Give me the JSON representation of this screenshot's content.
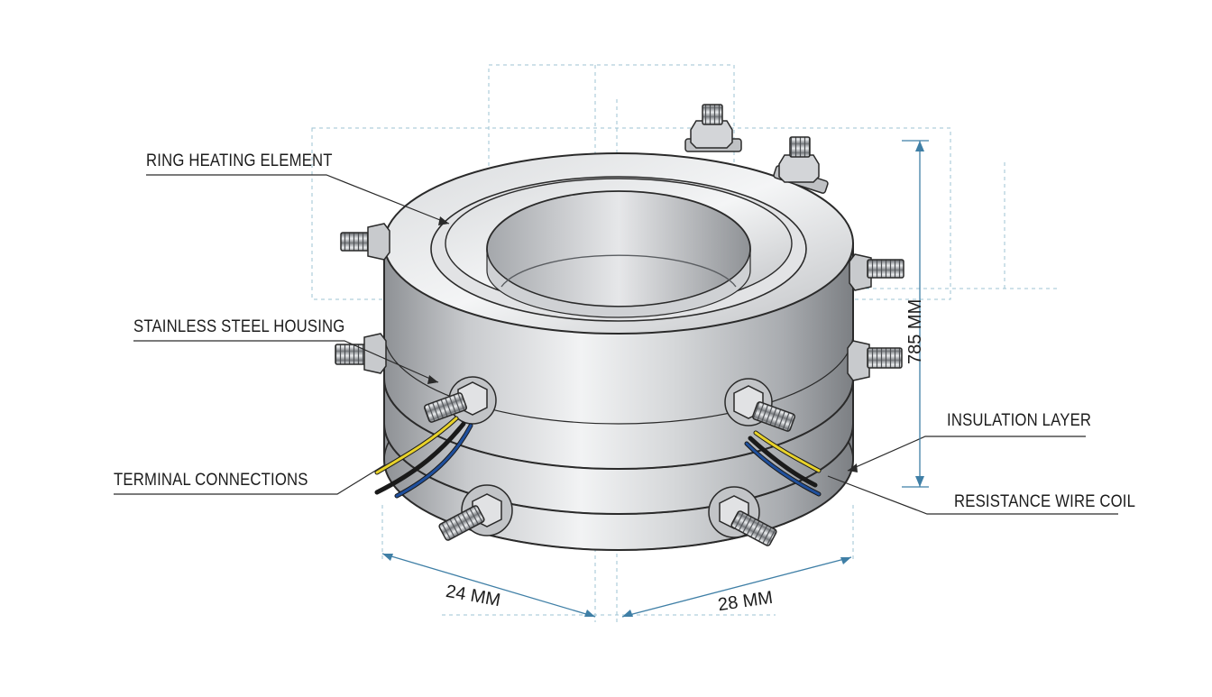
{
  "labels": {
    "ring_heating_element": "RING HEATING ELEMENT",
    "stainless_steel_housing": "STAINLESS STEEL HOUSING",
    "terminal_connections": "TERMINAL CONNECTIONS",
    "insulation_layer": "INSULATION LAYER",
    "resistance_wire_coil": "RESISTANCE WIRE COIL"
  },
  "dimensions": {
    "height": "785 MM",
    "left_width": "24 MM",
    "right_width": "28 MM"
  },
  "colors": {
    "steel_light": "#e9eaec",
    "steel_mid": "#b9bbbf",
    "steel_dark": "#7d8084",
    "outline": "#2a2a2a",
    "dimension_line": "#3f7fa6",
    "guide_line": "#9cc3d3",
    "wire_yellow": "#e8d22a",
    "wire_blue": "#1f4f9c",
    "wire_black": "#1a1a1a"
  },
  "icons": [
    "terminal-stud-icon",
    "hex-nut-icon"
  ]
}
